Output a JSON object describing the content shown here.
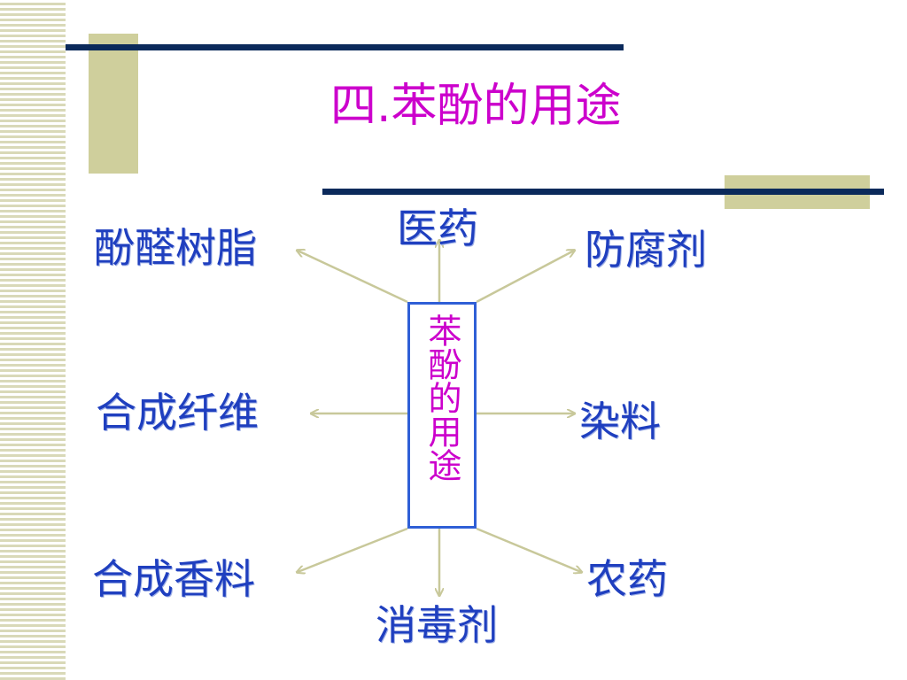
{
  "slide": {
    "title": "四.苯酚的用途",
    "center_label": "苯酚的用途",
    "uses": {
      "phenolic_resin": "酚醛树脂",
      "medicine": "医药",
      "preservative": "防腐剂",
      "synthetic_fiber": "合成纤维",
      "dye": "染料",
      "synthetic_fragrance": "合成香料",
      "disinfectant": "消毒剂",
      "pesticide": "农药"
    }
  },
  "colors": {
    "title": "#cc00cc",
    "center_text": "#cc00cc",
    "node_text": "#1f3fbf",
    "center_border": "#2f5fd6",
    "arrow": "#c8c89a",
    "rule": "#0b2a5b",
    "accent_block": "#cfcf9c"
  }
}
